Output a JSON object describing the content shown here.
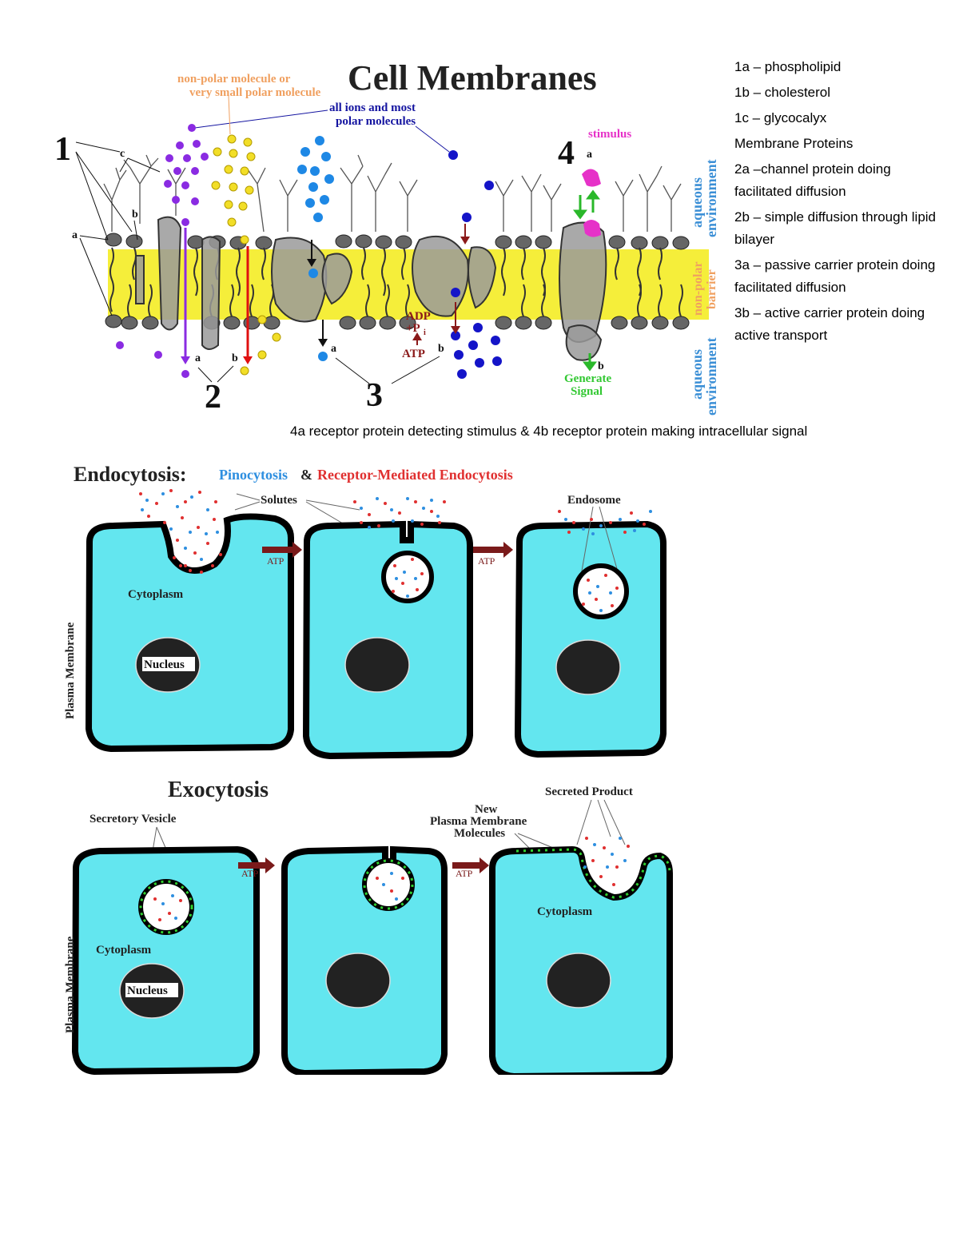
{
  "membrane_figure": {
    "title": "Cell Membranes",
    "label_nonpolar": [
      "non-polar molecule or",
      "very small polar molecule"
    ],
    "label_ions": [
      "all ions and most",
      "polar molecules"
    ],
    "label_stimulus": "stimulus",
    "label_aqueous": [
      "aqueous",
      "environment"
    ],
    "label_nonpolar_barrier": [
      "non-polar",
      "barrier"
    ],
    "label_adp": [
      "ADP",
      "+P",
      "i"
    ],
    "label_atp": "ATP",
    "label_generate": [
      "Generate",
      "Signal"
    ],
    "numbers": [
      "1",
      "2",
      "3",
      "4"
    ],
    "letters": {
      "a": "a",
      "b": "b",
      "c": "c"
    },
    "colors": {
      "nonpolar_barrier": "#f5ee3a",
      "purple": "#8a2be2",
      "yellow": "#f2de27",
      "blue_light": "#1e88e5",
      "blue_dark": "#1414c8",
      "magenta": "#e632c8",
      "green": "#32c832",
      "dark_red": "#8b1a1a",
      "aqueous_text": "#3b8fd6",
      "orange_text": "#f0a060"
    }
  },
  "legend": {
    "items": [
      "1a – phospholipid",
      "1b – cholesterol",
      "1c – glycocalyx",
      "Membrane Proteins",
      "2a –channel protein doing facilitated diffusion",
      "2b – simple diffusion through lipid bilayer",
      "3a – passive carrier protein doing facilitated diffusion",
      "3b – active carrier protein doing active transport"
    ],
    "caption4": "4a receptor protein detecting stimulus & 4b receptor protein making intracellular signal"
  },
  "endocytosis": {
    "title": "Endocytosis:",
    "title_pino": "Pinocytosis",
    "title_amp": "&",
    "title_rme": "Receptor-Mediated Endocytosis",
    "solutes": "Solutes",
    "endosome": "Endosome",
    "plasma_membrane": "Plasma Membrane",
    "cytoplasm": "Cytoplasm",
    "nucleus": "Nucleus",
    "atp": "ATP"
  },
  "exocytosis": {
    "title": "Exocytosis",
    "secretory_vesicle": "Secretory Vesicle",
    "secreted_product": "Secreted Product",
    "new_membrane": [
      "New",
      "Plasma Membrane",
      "Molecules"
    ],
    "plasma_membrane": "Plasma Membrane",
    "cytoplasm": "Cytoplasm",
    "nucleus": "Nucleus",
    "atp": "ATP"
  },
  "cell_colors": {
    "cytoplasm": "#63e6ef",
    "membrane": "#000000",
    "solute_red": "#e03030",
    "solute_blue": "#2e8fe0",
    "new_molecule_green": "#30d030",
    "arrow": "#7a1a1a"
  }
}
